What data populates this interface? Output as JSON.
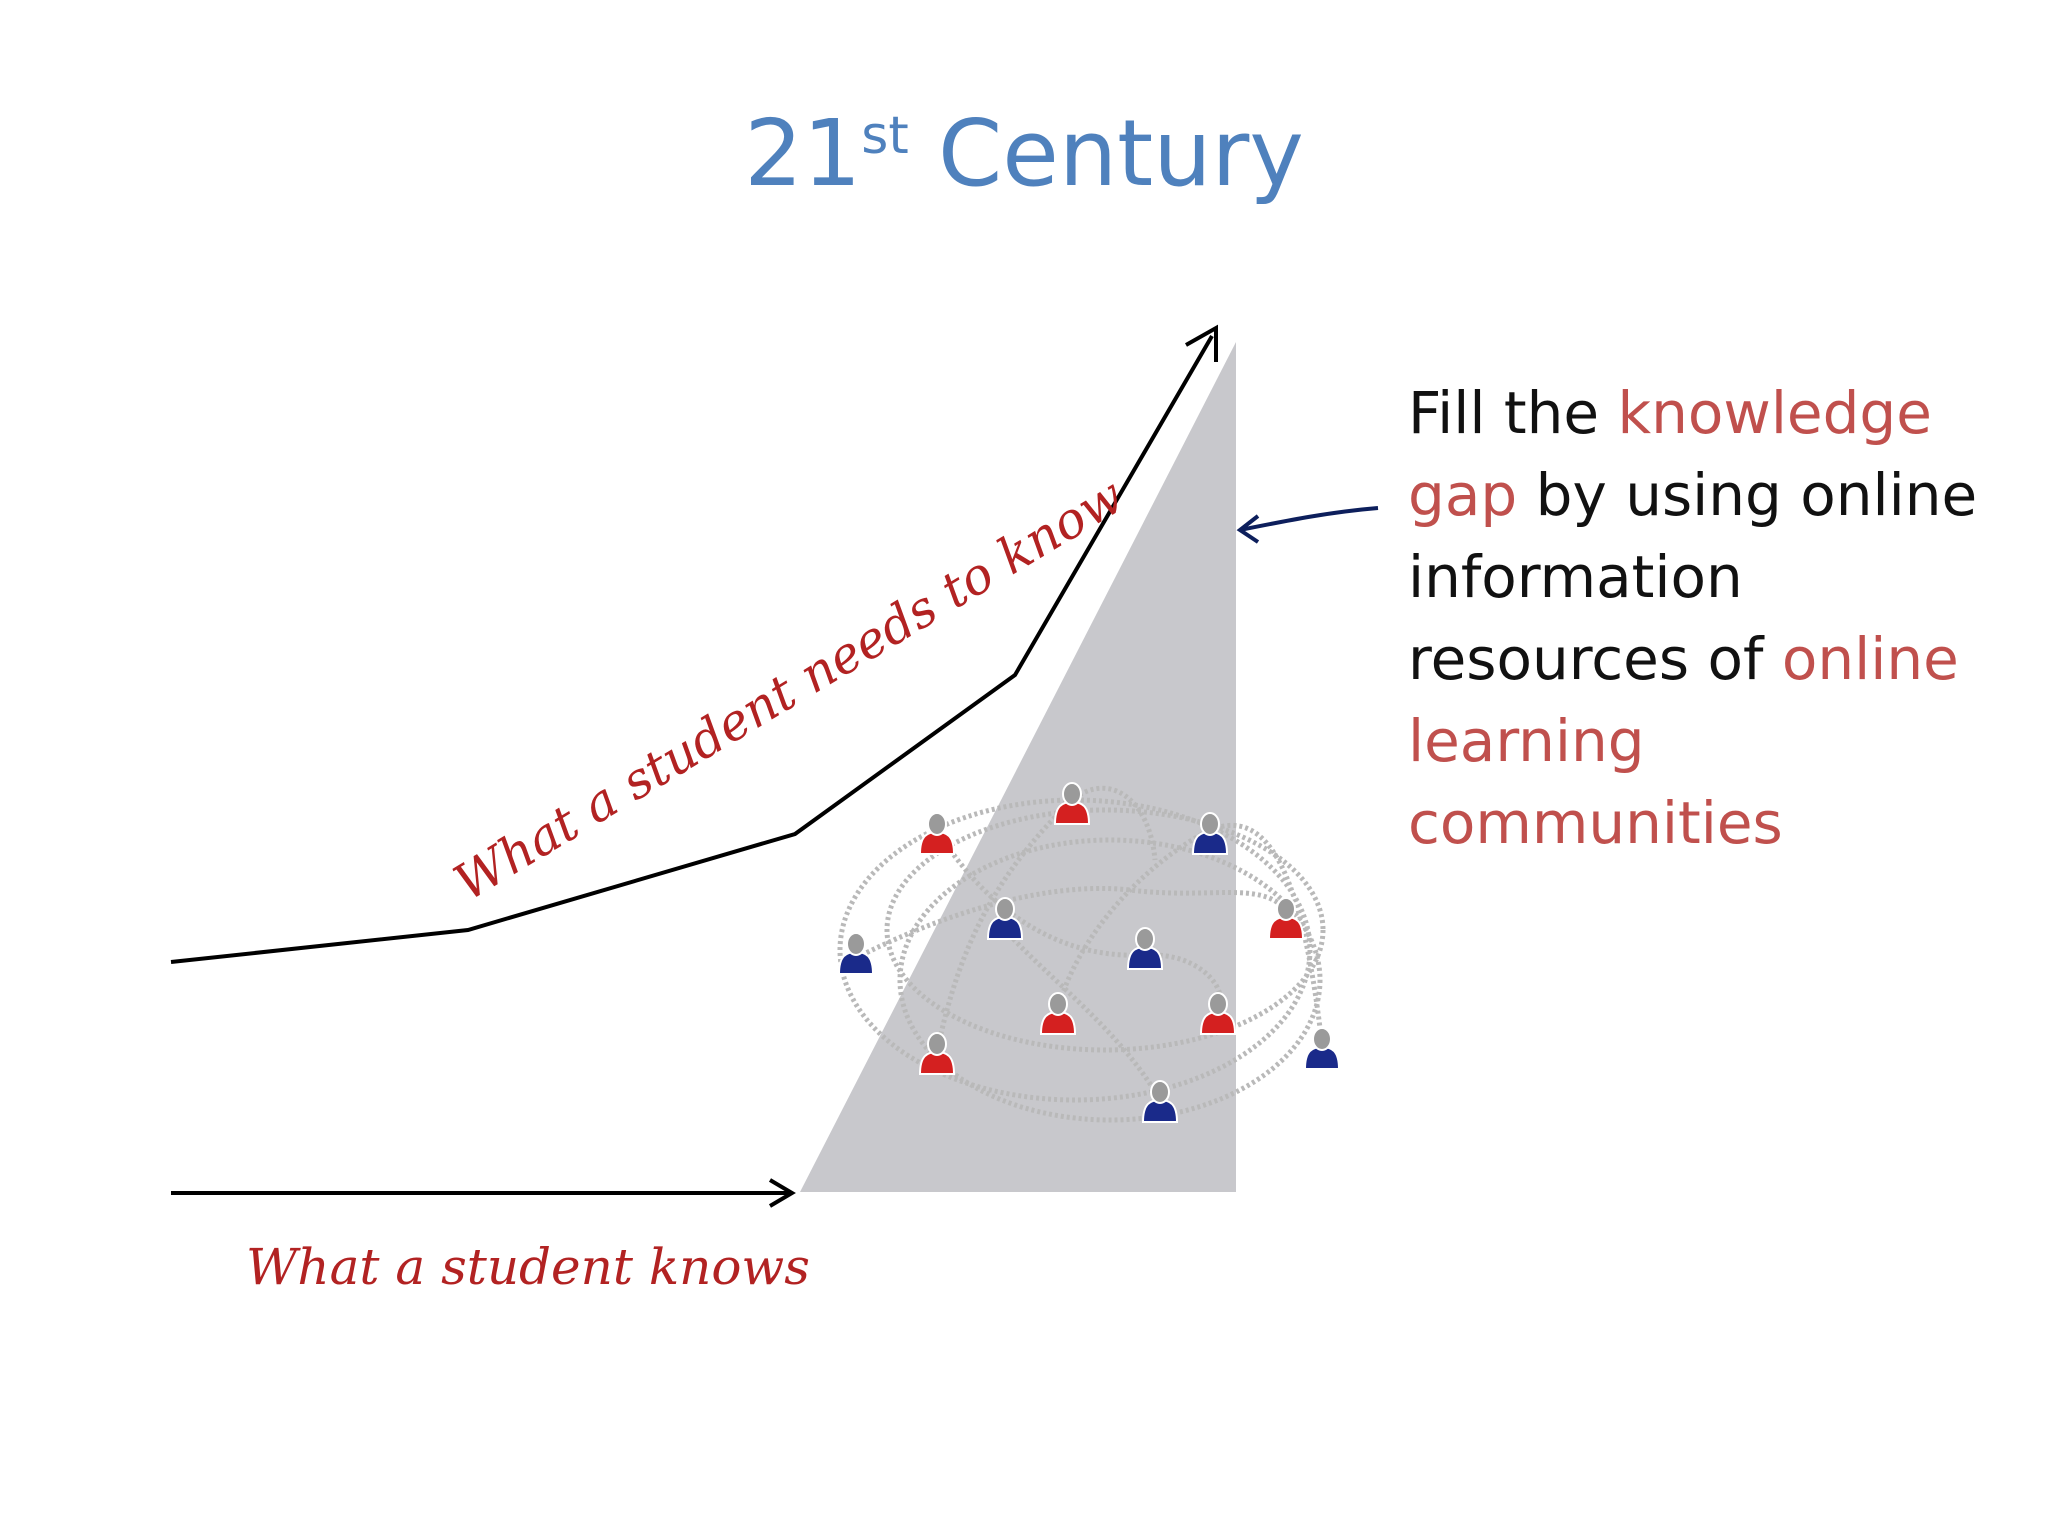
{
  "title": {
    "main": "21",
    "sup": "st",
    "rest": " Century"
  },
  "caption": {
    "part1": "Fill the ",
    "part2": "knowledge gap",
    "part3": " by using online information resources of ",
    "part4": "online learning communities"
  },
  "labels": {
    "needs": "What a student needs to know",
    "knows": "What a student knows"
  },
  "colors": {
    "title": "#4f81bd",
    "highlight": "#c0504d",
    "gap": "#c8c8cc",
    "label": "#b22222",
    "arrow": "#0d1f5c",
    "person_red": "#d42020",
    "person_blue": "#1a2a8a"
  },
  "network": {
    "people": [
      {
        "color": "red"
      },
      {
        "color": "red"
      },
      {
        "color": "blue"
      },
      {
        "color": "blue"
      },
      {
        "color": "red"
      },
      {
        "color": "blue"
      },
      {
        "color": "blue"
      },
      {
        "color": "red"
      },
      {
        "color": "red"
      },
      {
        "color": "red"
      },
      {
        "color": "blue"
      },
      {
        "color": "blue"
      }
    ]
  }
}
